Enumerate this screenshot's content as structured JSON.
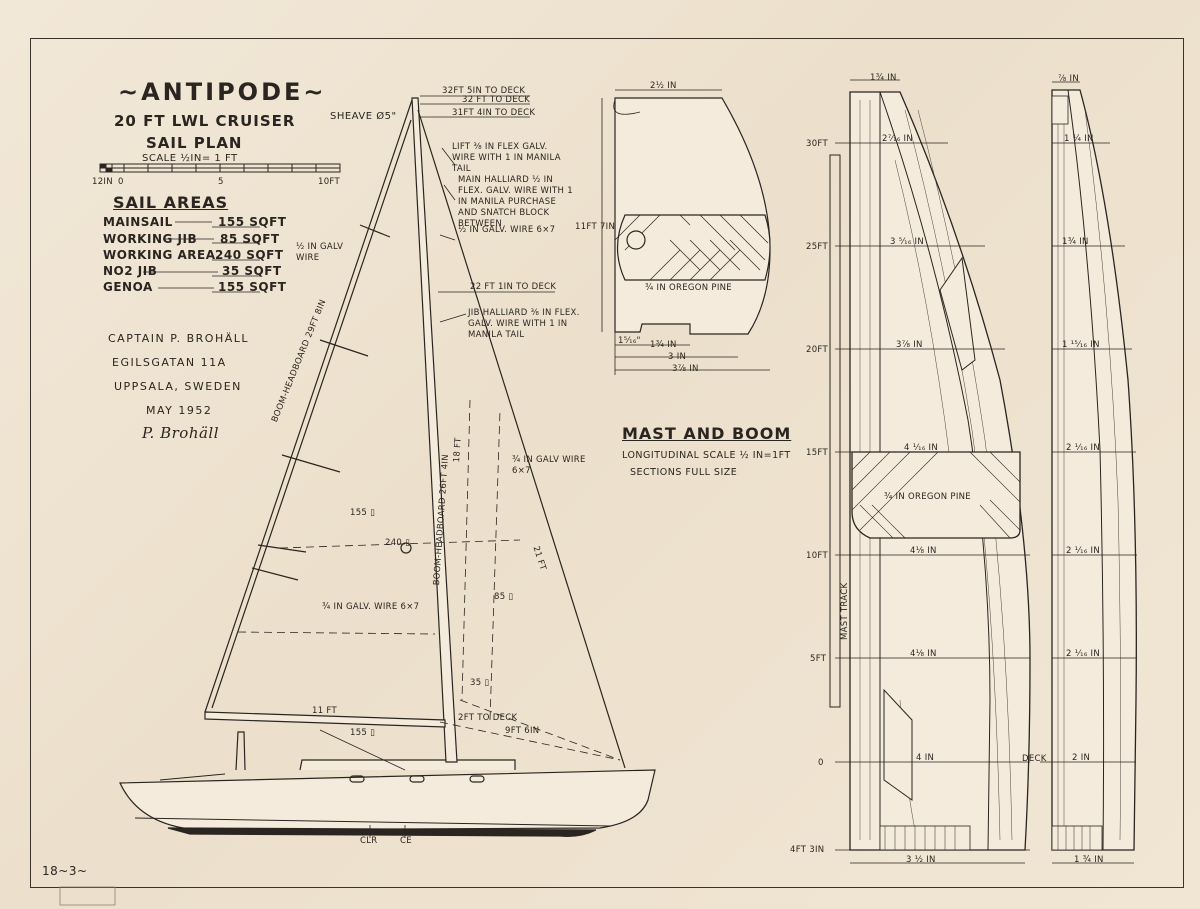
{
  "title_block": {
    "name": "~ANTIPODE~",
    "line1": "20 Ft Lwl Cruiser",
    "line2": "Sail Plan",
    "scale": "Scale ½in= 1 ft",
    "scale_ticks": [
      "12in",
      "0",
      "5",
      "10ft"
    ]
  },
  "sail_areas": {
    "heading": "Sail Areas",
    "rows": [
      {
        "label": "Mainsail",
        "value": "155 sqft"
      },
      {
        "label": "Working Jib",
        "value": "85 sqft"
      },
      {
        "label": "Working Area",
        "value": "240 sqft"
      },
      {
        "label": "No2 Jib",
        "value": "35 sqft"
      },
      {
        "label": "Genoa",
        "value": "155 sqft"
      }
    ]
  },
  "owner": {
    "name": "Captain P. Brohäll",
    "street": "Egilsgatan 11a",
    "city": "Uppsala, Sweden",
    "date": "May 1952",
    "signature": "P. Brohäll"
  },
  "sail_plan_notes": {
    "top1": "32ft 5in to deck",
    "top2": "32 ft to deck",
    "top3": "31ft 4in to deck",
    "sheave": "Sheave Ø5\"",
    "lift": "Lift ⅜ in Flex Galv. Wire with 1 in Manila Tail",
    "main_halliard": "Main Halliard ½ in Flex. Galv. Wire with 1 in Manila Purchase and Snatch Block between",
    "galv_wire_67": "½ in Galv. Wire 6×7",
    "half_galv_wire": "½ in Galv Wire",
    "jib_height": "22 ft 1in to deck",
    "jib_halliard": "Jib Halliard ⅜ in Flex. Galv. Wire with 1 in Manila Tail",
    "boom_headboard_main": "Boom-Headboard 29ft 8in",
    "boom_headboard_jib": "Boom-Headboard 26ft 4in",
    "ft18": "18 ft",
    "ft21": "21 ft",
    "wire_34": "¾ in Galv Wire 6×7",
    "wire_34_b": "¾ in Galv. Wire 6×7",
    "a155": "155 ▯",
    "a240": "240 ▯",
    "a85": "85 ▯",
    "a35": "35 ▯",
    "a155b": "155 ▯",
    "boom_11ft": "11 ft",
    "deck2ft": "2ft to deck",
    "ft9_6": "9ft 6in",
    "clr": "CLR",
    "ce": "CE"
  },
  "mast_section": {
    "w_top": "2½ in",
    "height": "11ft 7in",
    "material": "¾ in Oregon Pine",
    "d1": "1⁵⁄₁₆\"",
    "d2": "1¾ in",
    "d3": "3 in",
    "d4": "3⅞ in"
  },
  "mast_boom_title": {
    "title": "Mast and Boom",
    "line1": "Longitudinal Scale ½ in=1ft",
    "line2": "Sections Full Size"
  },
  "mast_long": {
    "top_w": "1¾ in",
    "y_labels": [
      "30ft",
      "25ft",
      "20ft",
      "15ft",
      "10ft",
      "5ft",
      "0",
      "4ft 3in"
    ],
    "widths": [
      "2⁷⁄₁₆ in",
      "3 ⁵⁄₁₆ in",
      "3⅞ in",
      "4 ¹⁄₁₆ in",
      "4⅛ in",
      "4⅛ in",
      "4 in"
    ],
    "bottom_w": "3 ½ in",
    "material": "¾ in Oregon Pine",
    "track": "Mast Track",
    "deck": "Deck"
  },
  "boom_long": {
    "top_w": "⅞ in",
    "widths": [
      "1 ¼ in",
      "1¾ in",
      "1 ¹⁵⁄₁₆ in",
      "2 ¹⁄₁₆ in",
      "2 ¹⁄₁₆ in",
      "2 ¹⁄₁₆ in",
      "2 in"
    ],
    "bottom_w": "1 ¾ in"
  },
  "sheet_no": "18~3~"
}
